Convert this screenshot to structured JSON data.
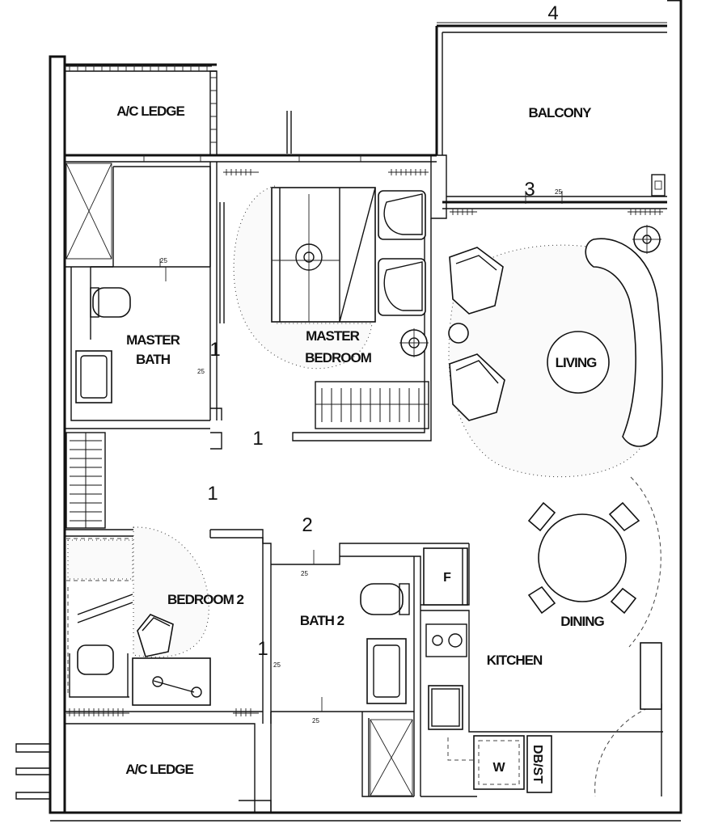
{
  "rooms": {
    "ac_ledge_top": "A/C LEDGE",
    "balcony": "BALCONY",
    "master_bath_line1": "MASTER",
    "master_bath_line2": "BATH",
    "master_bedroom_line1": "MASTER",
    "master_bedroom_line2": "BEDROOM",
    "living": "LIVING",
    "dining": "DINING",
    "bedroom_2": "BEDROOM 2",
    "bath_2": "BATH 2",
    "kitchen": "KITCHEN",
    "ac_ledge_bottom": "A/C LEDGE"
  },
  "fixtures": {
    "fridge": "F",
    "washer": "W",
    "dbst": "DB/ST"
  },
  "dimension_marks": {
    "top": "4",
    "balcony_edge": "3",
    "bath_side": "1",
    "corridor_1": "1",
    "corridor_2": "1",
    "bath2_top": "2",
    "bath2_side": "1"
  },
  "level_marks": {
    "master_bath": "25",
    "master_bath_side": "25",
    "balcony": "25",
    "bath2_top": "25",
    "bath2_side": "25",
    "ac_ledge_bottom": "25"
  }
}
